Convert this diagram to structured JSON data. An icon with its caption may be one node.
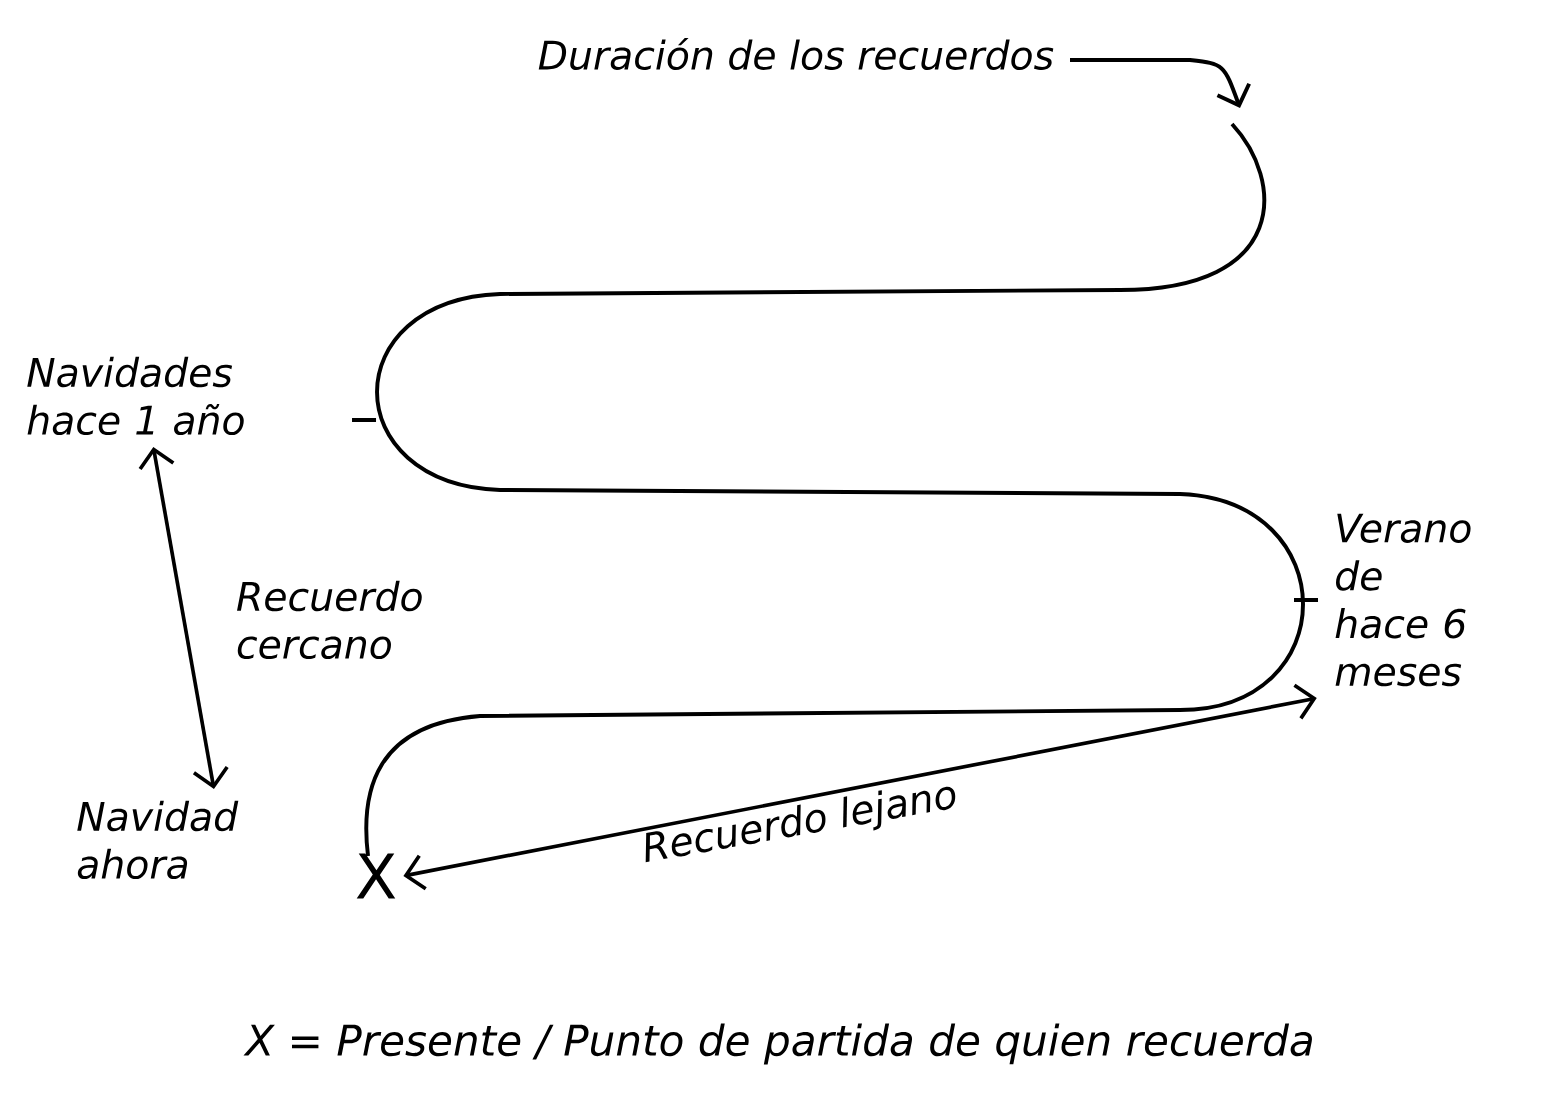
{
  "diagram": {
    "caption": "X = Presente / Punto de partida de quien recuerda",
    "nodes": [
      {
        "text": [
          "Navidades hace 1 año"
        ]
      },
      {
        "text": [
          "Verano de hace 6 meses"
        ]
      },
      {
        "text": [
          "Navidad ahora"
        ]
      },
      {
        "text": [
          "X"
        ]
      }
    ],
    "edges": [
      {
        "from": 0,
        "to": 2,
        "arrow": "both",
        "label": "Recuerdo cercano"
      },
      {
        "from": 3,
        "to": 1,
        "arrow": "both",
        "label": "Recuerdo lejano"
      }
    ],
    "labels": [
      "Duración de los recuerdos"
    ]
  }
}
